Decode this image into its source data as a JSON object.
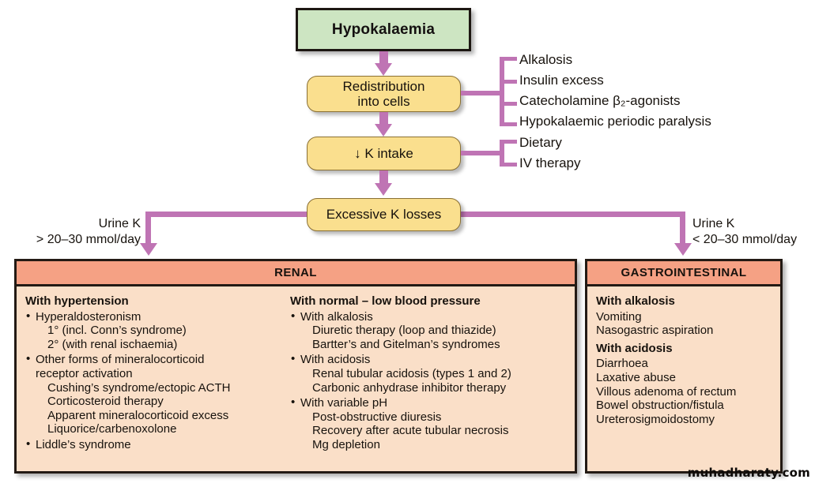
{
  "diagram": {
    "title": "Hypokalaemia causes flowchart",
    "colors": {
      "top_node_bg": "#cde5c2",
      "process_node_bg": "#fadf8e",
      "connector": "#bf74b4",
      "panel_header_bg": "#f5a184",
      "panel_body_bg": "#fadfc8",
      "border": "#231a14"
    }
  },
  "root": {
    "label": "Hypokalaemia"
  },
  "flow": [
    {
      "id": "redistribution",
      "label": "Redistribution\ninto cells",
      "line1": "Redistribution",
      "line2": "into cells"
    },
    {
      "id": "k-intake",
      "label": "↓ K intake"
    },
    {
      "id": "excessive-losses",
      "label": "Excessive K losses"
    }
  ],
  "branches": {
    "redistribution_causes": [
      "Alkalosis",
      "Insulin excess",
      "Catecholamine β₂-agonists",
      "Hypokalaemic periodic paralysis"
    ],
    "intake_causes": [
      "Dietary",
      "IV therapy"
    ]
  },
  "split_labels": {
    "left": {
      "line1": "Urine K",
      "line2": "> 20–30 mmol/day"
    },
    "right": {
      "line1": "Urine K",
      "line2": "< 20–30 mmol/day"
    }
  },
  "panels": [
    {
      "id": "renal",
      "title": "RENAL",
      "columns": [
        {
          "heading": "With hypertension",
          "items": [
            {
              "type": "bullet",
              "text": "Hyperaldosteronism"
            },
            {
              "type": "sub",
              "text": "1° (incl. Conn’s syndrome)"
            },
            {
              "type": "sub",
              "text": "2° (with renal ischaemia)"
            },
            {
              "type": "bullet",
              "text": "Other forms of mineralocorticoid"
            },
            {
              "type": "cont",
              "text": "receptor activation"
            },
            {
              "type": "sub",
              "text": "Cushing’s syndrome/ectopic ACTH"
            },
            {
              "type": "sub",
              "text": "Corticosteroid therapy"
            },
            {
              "type": "sub",
              "text": "Apparent mineralocorticoid excess"
            },
            {
              "type": "sub",
              "text": "Liquorice/carbenoxolone"
            },
            {
              "type": "bullet",
              "text": "Liddle’s syndrome"
            }
          ]
        },
        {
          "heading": "With normal – low blood pressure",
          "items": [
            {
              "type": "bullet",
              "text": "With alkalosis"
            },
            {
              "type": "sub",
              "text": "Diuretic therapy (loop and thiazide)"
            },
            {
              "type": "sub",
              "text": "Bartter’s and Gitelman’s syndromes"
            },
            {
              "type": "bullet",
              "text": "With acidosis"
            },
            {
              "type": "sub",
              "text": "Renal tubular acidosis (types 1 and 2)"
            },
            {
              "type": "sub",
              "text": "Carbonic anhydrase inhibitor therapy"
            },
            {
              "type": "bullet",
              "text": "With variable pH"
            },
            {
              "type": "sub",
              "text": "Post-obstructive diuresis"
            },
            {
              "type": "sub",
              "text": "Recovery after acute tubular necrosis"
            },
            {
              "type": "sub",
              "text": "Mg depletion"
            }
          ]
        }
      ]
    },
    {
      "id": "gastrointestinal",
      "title": "GASTROINTESTINAL",
      "columns": [
        {
          "heading": "With alkalosis",
          "items": [
            {
              "type": "plain",
              "text": "Vomiting"
            },
            {
              "type": "plain",
              "text": "Nasogastric aspiration"
            },
            {
              "type": "head2",
              "text": "With acidosis"
            },
            {
              "type": "plain",
              "text": "Diarrhoea"
            },
            {
              "type": "plain",
              "text": "Laxative abuse"
            },
            {
              "type": "plain",
              "text": "Villous adenoma of rectum"
            },
            {
              "type": "plain",
              "text": "Bowel obstruction/fistula"
            },
            {
              "type": "plain",
              "text": "Ureterosigmoidostomy"
            }
          ]
        }
      ]
    }
  ],
  "watermark": {
    "text": "muhadharaty.com"
  }
}
